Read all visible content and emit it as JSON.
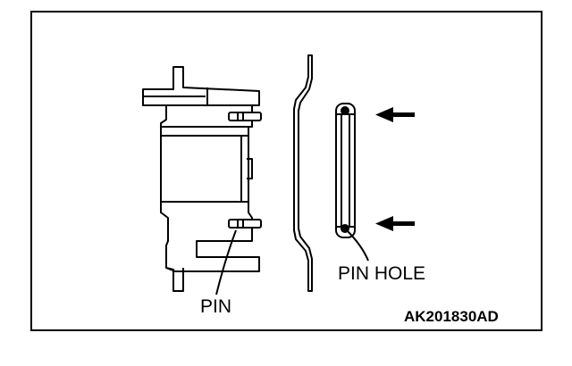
{
  "labels": {
    "pin": "PIN",
    "pin_hole": "PIN HOLE",
    "figure_code": "AK201830AD"
  }
}
